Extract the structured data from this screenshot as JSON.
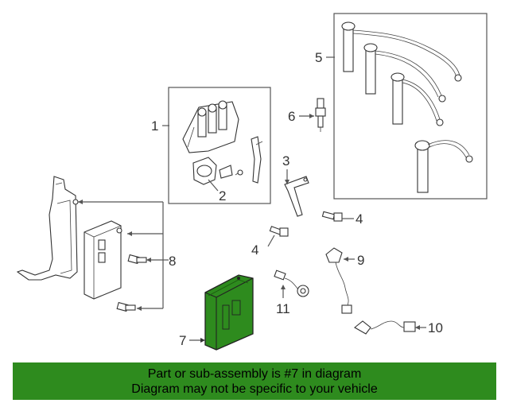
{
  "callouts": {
    "p1": "1",
    "p2": "2",
    "p3": "3",
    "p4a": "4",
    "p4b": "4",
    "p5": "5",
    "p6": "6",
    "p7": "7",
    "p8": "8",
    "p9": "9",
    "p10": "10",
    "p11": "11"
  },
  "colors": {
    "highlight": "#2e8b1e",
    "outline": "#333333"
  },
  "banner": {
    "line1": "Part or sub-assembly is #7 in diagram",
    "line2": "Diagram may not be specific to your vehicle"
  }
}
